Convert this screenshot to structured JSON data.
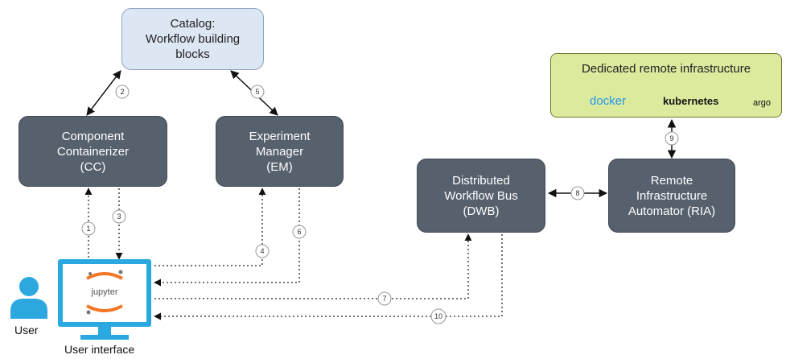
{
  "nodes": {
    "catalog": "Catalog:\nWorkflow building\nblocks",
    "cc": "Component\nContainerizer\n(CC)",
    "em": "Experiment\nManager\n(EM)",
    "dwb": "Distributed\nWorkflow Bus\n(DWB)",
    "ria": "Remote\nInfrastructure\nAutomator (RIA)",
    "infra_title": "Dedicated remote infrastructure"
  },
  "logos": {
    "docker": "docker",
    "kubernetes": "kubernetes",
    "argo": "argo",
    "jupyter": "jupyter"
  },
  "labels": {
    "user": "User",
    "ui": "User interface"
  },
  "steps": [
    "1",
    "2",
    "3",
    "4",
    "5",
    "6",
    "7",
    "8",
    "9",
    "10"
  ],
  "colors": {
    "box": "#57606d",
    "catalog": "#dde6f3",
    "infra": "#dcea9e",
    "screen": "#29a9df",
    "user": "#2da8df"
  }
}
